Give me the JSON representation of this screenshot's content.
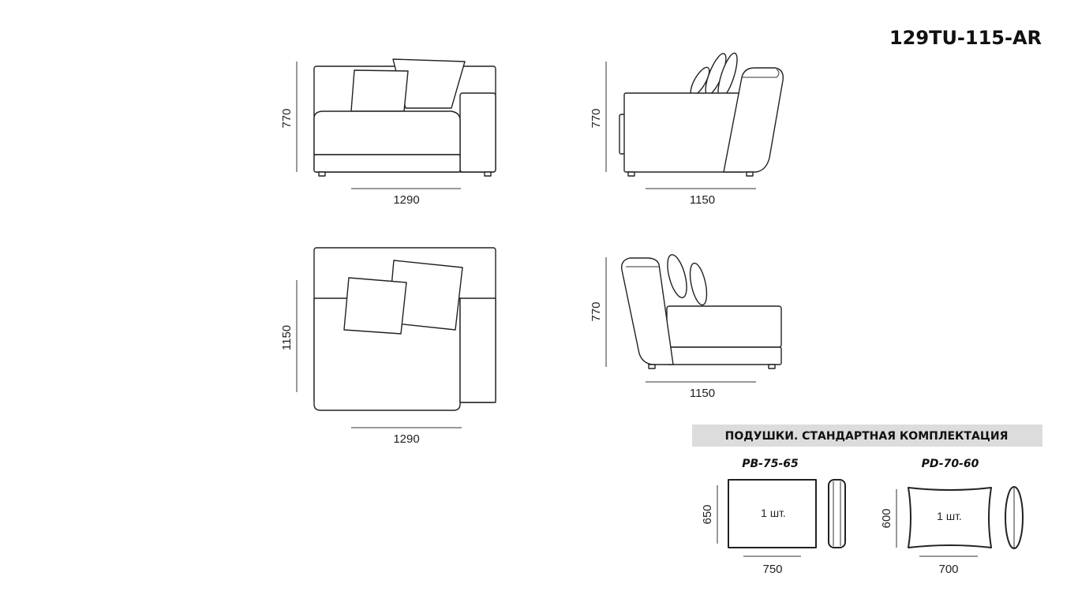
{
  "model_code": "129TU-115-AR",
  "views": {
    "front": {
      "height": "770",
      "width": "1290"
    },
    "side_right": {
      "height": "770",
      "depth": "1150"
    },
    "top": {
      "depth": "1150",
      "width": "1290"
    },
    "side_left": {
      "height": "770",
      "depth": "1150"
    }
  },
  "cushions": {
    "header": "ПОДУШКИ. СТАНДАРТНАЯ КОМПЛЕКТАЦИЯ",
    "items": [
      {
        "code": "PB-75-65",
        "quantity": "1 шт.",
        "height": "650",
        "width": "750"
      },
      {
        "code": "PD-70-60",
        "quantity": "1 шт.",
        "height": "600",
        "width": "700"
      }
    ]
  }
}
